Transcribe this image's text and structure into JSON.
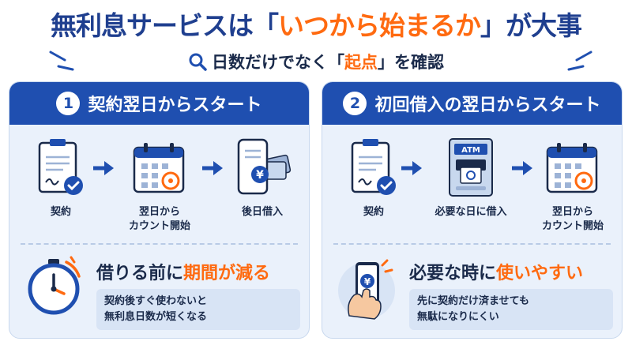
{
  "title": {
    "part1": "無利息サービスは",
    "open_bracket": "「",
    "highlight": "いつから始まるか",
    "close_bracket": "」",
    "part2": "が大事"
  },
  "subtitle": {
    "part1": "日数だけでなく",
    "open_bracket": "「",
    "highlight": "起点",
    "close_bracket": "」",
    "part2": "を確認"
  },
  "left_panel": {
    "number": "1",
    "heading": "契約翌日からスタート",
    "steps": [
      {
        "line1": "契約",
        "line2": ""
      },
      {
        "line1": "翌日から",
        "line2": "カウント開始"
      },
      {
        "line1": "後日借入",
        "line2": ""
      }
    ],
    "benefit_prefix": "借りる前に",
    "benefit_highlight": "期間が減る",
    "note_line1": "契約後すぐ使わないと",
    "note_line2": "無利息日数が短くなる"
  },
  "right_panel": {
    "number": "2",
    "heading": "初回借入の翌日からスタート",
    "steps": [
      {
        "line1": "契約",
        "line2": ""
      },
      {
        "line1": "必要な日に借入",
        "line2": ""
      },
      {
        "line1": "翌日から",
        "line2": "カウント開始"
      }
    ],
    "atm_label": "ATM",
    "benefit_prefix": "必要な時に",
    "benefit_highlight": "使いやすい",
    "note_line1": "先に契約だけ済ませても",
    "note_line2": "無駄になりにくい"
  },
  "currency_symbol": "¥",
  "colors": {
    "primary": "#1f4fb0",
    "title_blue": "#1f3f8f",
    "accent": "#ff6a10",
    "panel_bg": "#eaf1fb"
  }
}
